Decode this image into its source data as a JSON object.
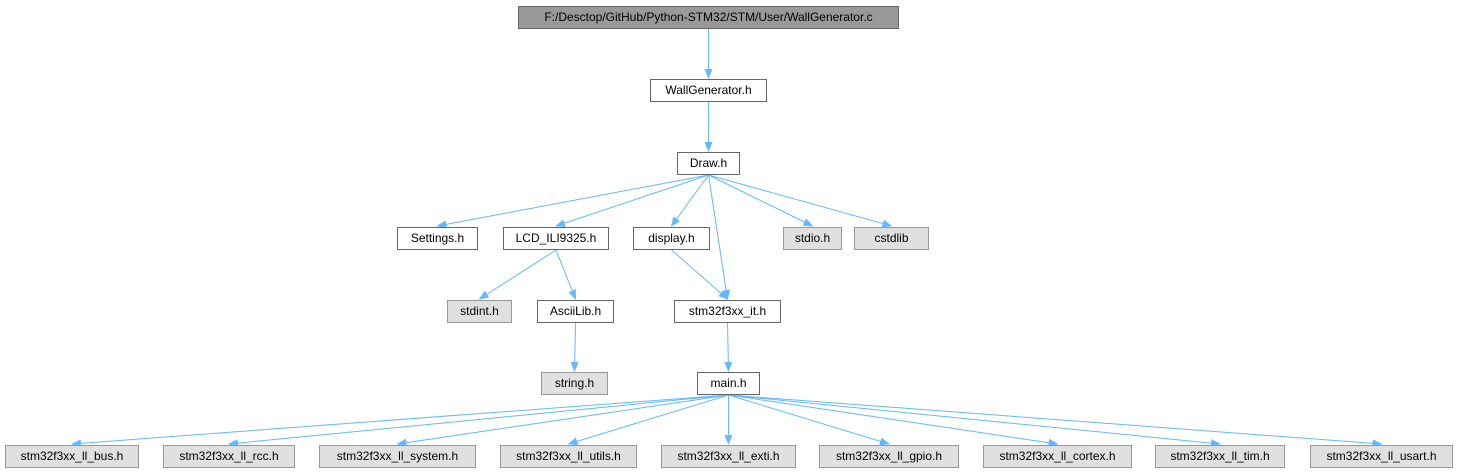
{
  "colors": {
    "edge": "#63b8ff",
    "root_fill": "#999999",
    "local_fill": "#ffffff",
    "system_fill": "#e0e0e0",
    "border": "#666666"
  },
  "diagram": {
    "root": {
      "id": "root",
      "label": "F:/Desctop/GitHub/Python-STM32/STM/User/WallGenerator.c",
      "kind": "root"
    },
    "nodes": [
      {
        "id": "wallgen_h",
        "label": "WallGenerator.h",
        "kind": "local"
      },
      {
        "id": "draw_h",
        "label": "Draw.h",
        "kind": "local"
      },
      {
        "id": "settings_h",
        "label": "Settings.h",
        "kind": "local"
      },
      {
        "id": "lcd_h",
        "label": "LCD_ILI9325.h",
        "kind": "local"
      },
      {
        "id": "display_h",
        "label": "display.h",
        "kind": "local"
      },
      {
        "id": "stdio_h",
        "label": "stdio.h",
        "kind": "system"
      },
      {
        "id": "cstdlib",
        "label": "cstdlib",
        "kind": "system"
      },
      {
        "id": "stdint_h",
        "label": "stdint.h",
        "kind": "system"
      },
      {
        "id": "asciilib_h",
        "label": "AsciiLib.h",
        "kind": "local"
      },
      {
        "id": "it_h",
        "label": "stm32f3xx_it.h",
        "kind": "local"
      },
      {
        "id": "string_h",
        "label": "string.h",
        "kind": "system"
      },
      {
        "id": "main_h",
        "label": "main.h",
        "kind": "local"
      },
      {
        "id": "ll_bus",
        "label": "stm32f3xx_ll_bus.h",
        "kind": "system"
      },
      {
        "id": "ll_rcc",
        "label": "stm32f3xx_ll_rcc.h",
        "kind": "system"
      },
      {
        "id": "ll_system",
        "label": "stm32f3xx_ll_system.h",
        "kind": "system"
      },
      {
        "id": "ll_utils",
        "label": "stm32f3xx_ll_utils.h",
        "kind": "system"
      },
      {
        "id": "ll_exti",
        "label": "stm32f3xx_ll_exti.h",
        "kind": "system"
      },
      {
        "id": "ll_gpio",
        "label": "stm32f3xx_ll_gpio.h",
        "kind": "system"
      },
      {
        "id": "ll_cortex",
        "label": "stm32f3xx_ll_cortex.h",
        "kind": "system"
      },
      {
        "id": "ll_tim",
        "label": "stm32f3xx_ll_tim.h",
        "kind": "system"
      },
      {
        "id": "ll_usart",
        "label": "stm32f3xx_ll_usart.h",
        "kind": "system"
      }
    ],
    "edges": [
      [
        "root",
        "wallgen_h"
      ],
      [
        "wallgen_h",
        "draw_h"
      ],
      [
        "draw_h",
        "settings_h"
      ],
      [
        "draw_h",
        "lcd_h"
      ],
      [
        "draw_h",
        "display_h"
      ],
      [
        "draw_h",
        "it_h"
      ],
      [
        "draw_h",
        "stdio_h"
      ],
      [
        "draw_h",
        "cstdlib"
      ],
      [
        "lcd_h",
        "stdint_h"
      ],
      [
        "lcd_h",
        "asciilib_h"
      ],
      [
        "display_h",
        "it_h"
      ],
      [
        "asciilib_h",
        "string_h"
      ],
      [
        "it_h",
        "main_h"
      ],
      [
        "main_h",
        "ll_bus"
      ],
      [
        "main_h",
        "ll_rcc"
      ],
      [
        "main_h",
        "ll_system"
      ],
      [
        "main_h",
        "ll_utils"
      ],
      [
        "main_h",
        "ll_exti"
      ],
      [
        "main_h",
        "ll_gpio"
      ],
      [
        "main_h",
        "ll_cortex"
      ],
      [
        "main_h",
        "ll_tim"
      ],
      [
        "main_h",
        "ll_usart"
      ]
    ]
  }
}
